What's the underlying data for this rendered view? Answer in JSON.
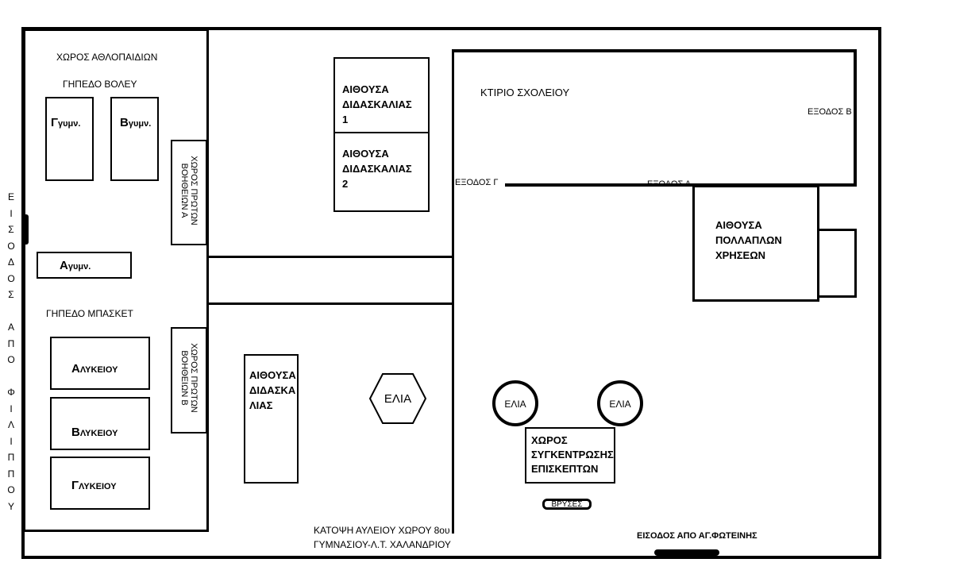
{
  "areas": {
    "athletics_title": "ΧΩΡΟΣ ΑΘΛΟΠΑΙΔΙΩΝ",
    "volley_title": "ΓΗΠΕΔΟ ΒΟΛΕΥ",
    "basket_title": "ΓΗΠΕΔΟ ΜΠΑΣΚΕΤ",
    "school_building": "ΚΤΙΡΙΟ ΣΧΟΛΕΙΟΥ"
  },
  "courts": {
    "g_gym": {
      "letter": "Γ",
      "sub": "γυμν."
    },
    "b_gym": {
      "letter": "Β",
      "sub": "γυμν."
    },
    "a_gym": {
      "letter": "Α",
      "sub": "γυμν."
    },
    "a_lyk": {
      "letter": "Α",
      "sub": "ΛΥΚΕΙΟΥ"
    },
    "b_lyk": {
      "letter": "Β",
      "sub": "ΛΥΚΕΙΟΥ"
    },
    "g_lyk": {
      "letter": "Γ",
      "sub": "ΛΥΚΕΙΟΥ"
    }
  },
  "first_aid": {
    "a": "ΧΩΡΟΣ ΠΡΩΤΩΝ ΒΟΗΘΕΙΩΝ Α",
    "b": "ΧΩΡΟΣ ΠΡΩΤΩΝ ΒΟΗΘΕΙΩΝ Β"
  },
  "classrooms": {
    "c1": "ΑΙΘΟΥΣΑ ΔΙΔΑΣΚΑΛΙΑΣ 1",
    "c2": "ΑΙΘΟΥΣΑ ΔΙΔΑΣΚΑΛΙΑΣ 2",
    "c3": "ΑΙΘΟΥΣΑ ΔΙΔΑΣΚΑ ΛΙΑΣ",
    "multi": "ΑΙΘΟΥΣΑ ΠΟΛΛΑΠΛΩΝ ΧΡΗΣΕΩΝ"
  },
  "exits": {
    "a": "ΕΞΟΔΟΣ Α",
    "b": "ΕΞΟΔΟΣ Β",
    "g": "ΕΞΟΔΟΣ Γ"
  },
  "trees": {
    "t1": "ΕΛΙΑ",
    "t2": "ΕΛΙΑ",
    "t3": "ΕΛΙΑ"
  },
  "assembly": "ΧΩΡΟΣ ΣΥΓΚΕΝΤΡΩΣΗΣ ΕΠΙΣΚΕΠΤΩΝ",
  "fountains": "ΒΡΥΣΕΣ",
  "entrance_left": "ΕΙΣΟΔΟΣ ΑΠΟ ΦΙΛΙΠΠΟΥ",
  "entrance_bottom": "ΕΙΣΟΔΟΣ ΑΠΟ ΑΓ.ΦΩΤΕΙΝΗΣ",
  "caption": {
    "line1": "ΚΑΤΟΨΗ ΑΥΛΕΙΟΥ ΧΩΡΟΥ 8ου",
    "line2": "ΓΥΜΝΑΣΙΟΥ-Λ.Τ. ΧΑΛΑΝΔΡΙΟΥ"
  }
}
